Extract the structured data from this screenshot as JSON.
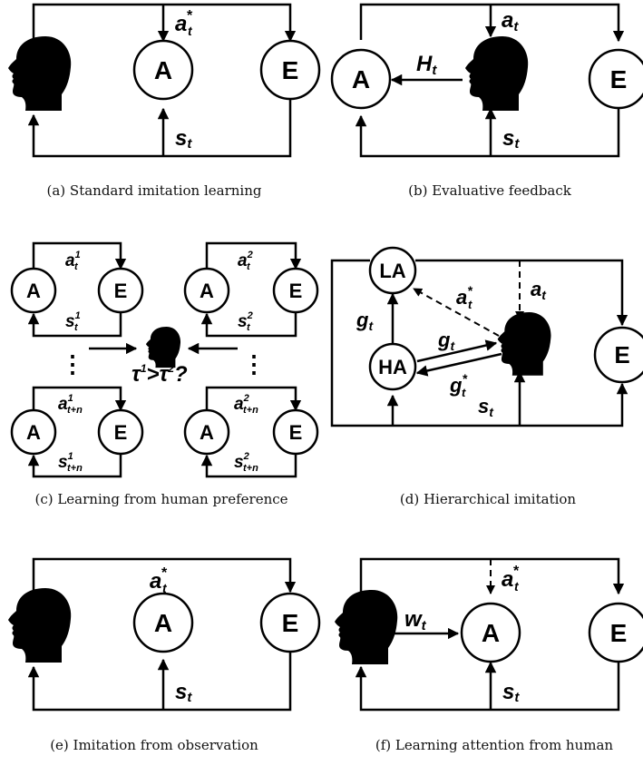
{
  "panels": {
    "a": {
      "caption": "(a) Standard imitation learning",
      "agent": "A",
      "env": "E",
      "action": {
        "base": "a",
        "sub": "t",
        "sup": "*"
      },
      "state": {
        "base": "s",
        "sub": "t"
      }
    },
    "b": {
      "caption": "(b) Evaluative feedback",
      "agent": "A",
      "env": "E",
      "action": {
        "base": "a",
        "sub": "t"
      },
      "feedback": {
        "base": "H",
        "sub": "t"
      },
      "state": {
        "base": "s",
        "sub": "t"
      }
    },
    "c": {
      "caption": "(c) Learning from human preference",
      "agent": "A",
      "env": "E",
      "a1": {
        "base": "a",
        "sub": "t",
        "sup": "1"
      },
      "s1": {
        "base": "s",
        "sub": "t",
        "sup": "1"
      },
      "a2": {
        "base": "a",
        "sub": "t",
        "sup": "2"
      },
      "s2": {
        "base": "s",
        "sub": "t",
        "sup": "2"
      },
      "a1n": {
        "base": "a",
        "sub": "t+n",
        "sup": "1"
      },
      "s1n": {
        "base": "s",
        "sub": "t+n",
        "sup": "1"
      },
      "a2n": {
        "base": "a",
        "sub": "t+n",
        "sup": "2"
      },
      "s2n": {
        "base": "s",
        "sub": "t+n",
        "sup": "2"
      },
      "dots": "⋮",
      "preference": {
        "t": "τ",
        "s1": "1",
        "gt": ">",
        "s2": "2",
        "q": "?"
      }
    },
    "d": {
      "caption": "(d) Hierarchical imitation",
      "low_agent": "LA",
      "high_agent": "HA",
      "env": "E",
      "goal": {
        "base": "g",
        "sub": "t"
      },
      "goal_star": {
        "base": "g",
        "sub": "t",
        "sup": "*"
      },
      "action_star": {
        "base": "a",
        "sub": "t",
        "sup": "*"
      },
      "action": {
        "base": "a",
        "sub": "t"
      },
      "state": {
        "base": "s",
        "sub": "t"
      }
    },
    "e": {
      "caption": "(e) Imitation from observation",
      "agent": "A",
      "env": "E",
      "action": {
        "base": "a",
        "sub": "t",
        "sup": "*"
      },
      "state": {
        "base": "s",
        "sub": "t"
      }
    },
    "f": {
      "caption": "(f) Learning attention from human",
      "agent": "A",
      "env": "E",
      "attention": {
        "base": "w",
        "sub": "t"
      },
      "action": {
        "base": "a",
        "sub": "t",
        "sup": "*"
      },
      "state": {
        "base": "s",
        "sub": "t"
      }
    }
  }
}
